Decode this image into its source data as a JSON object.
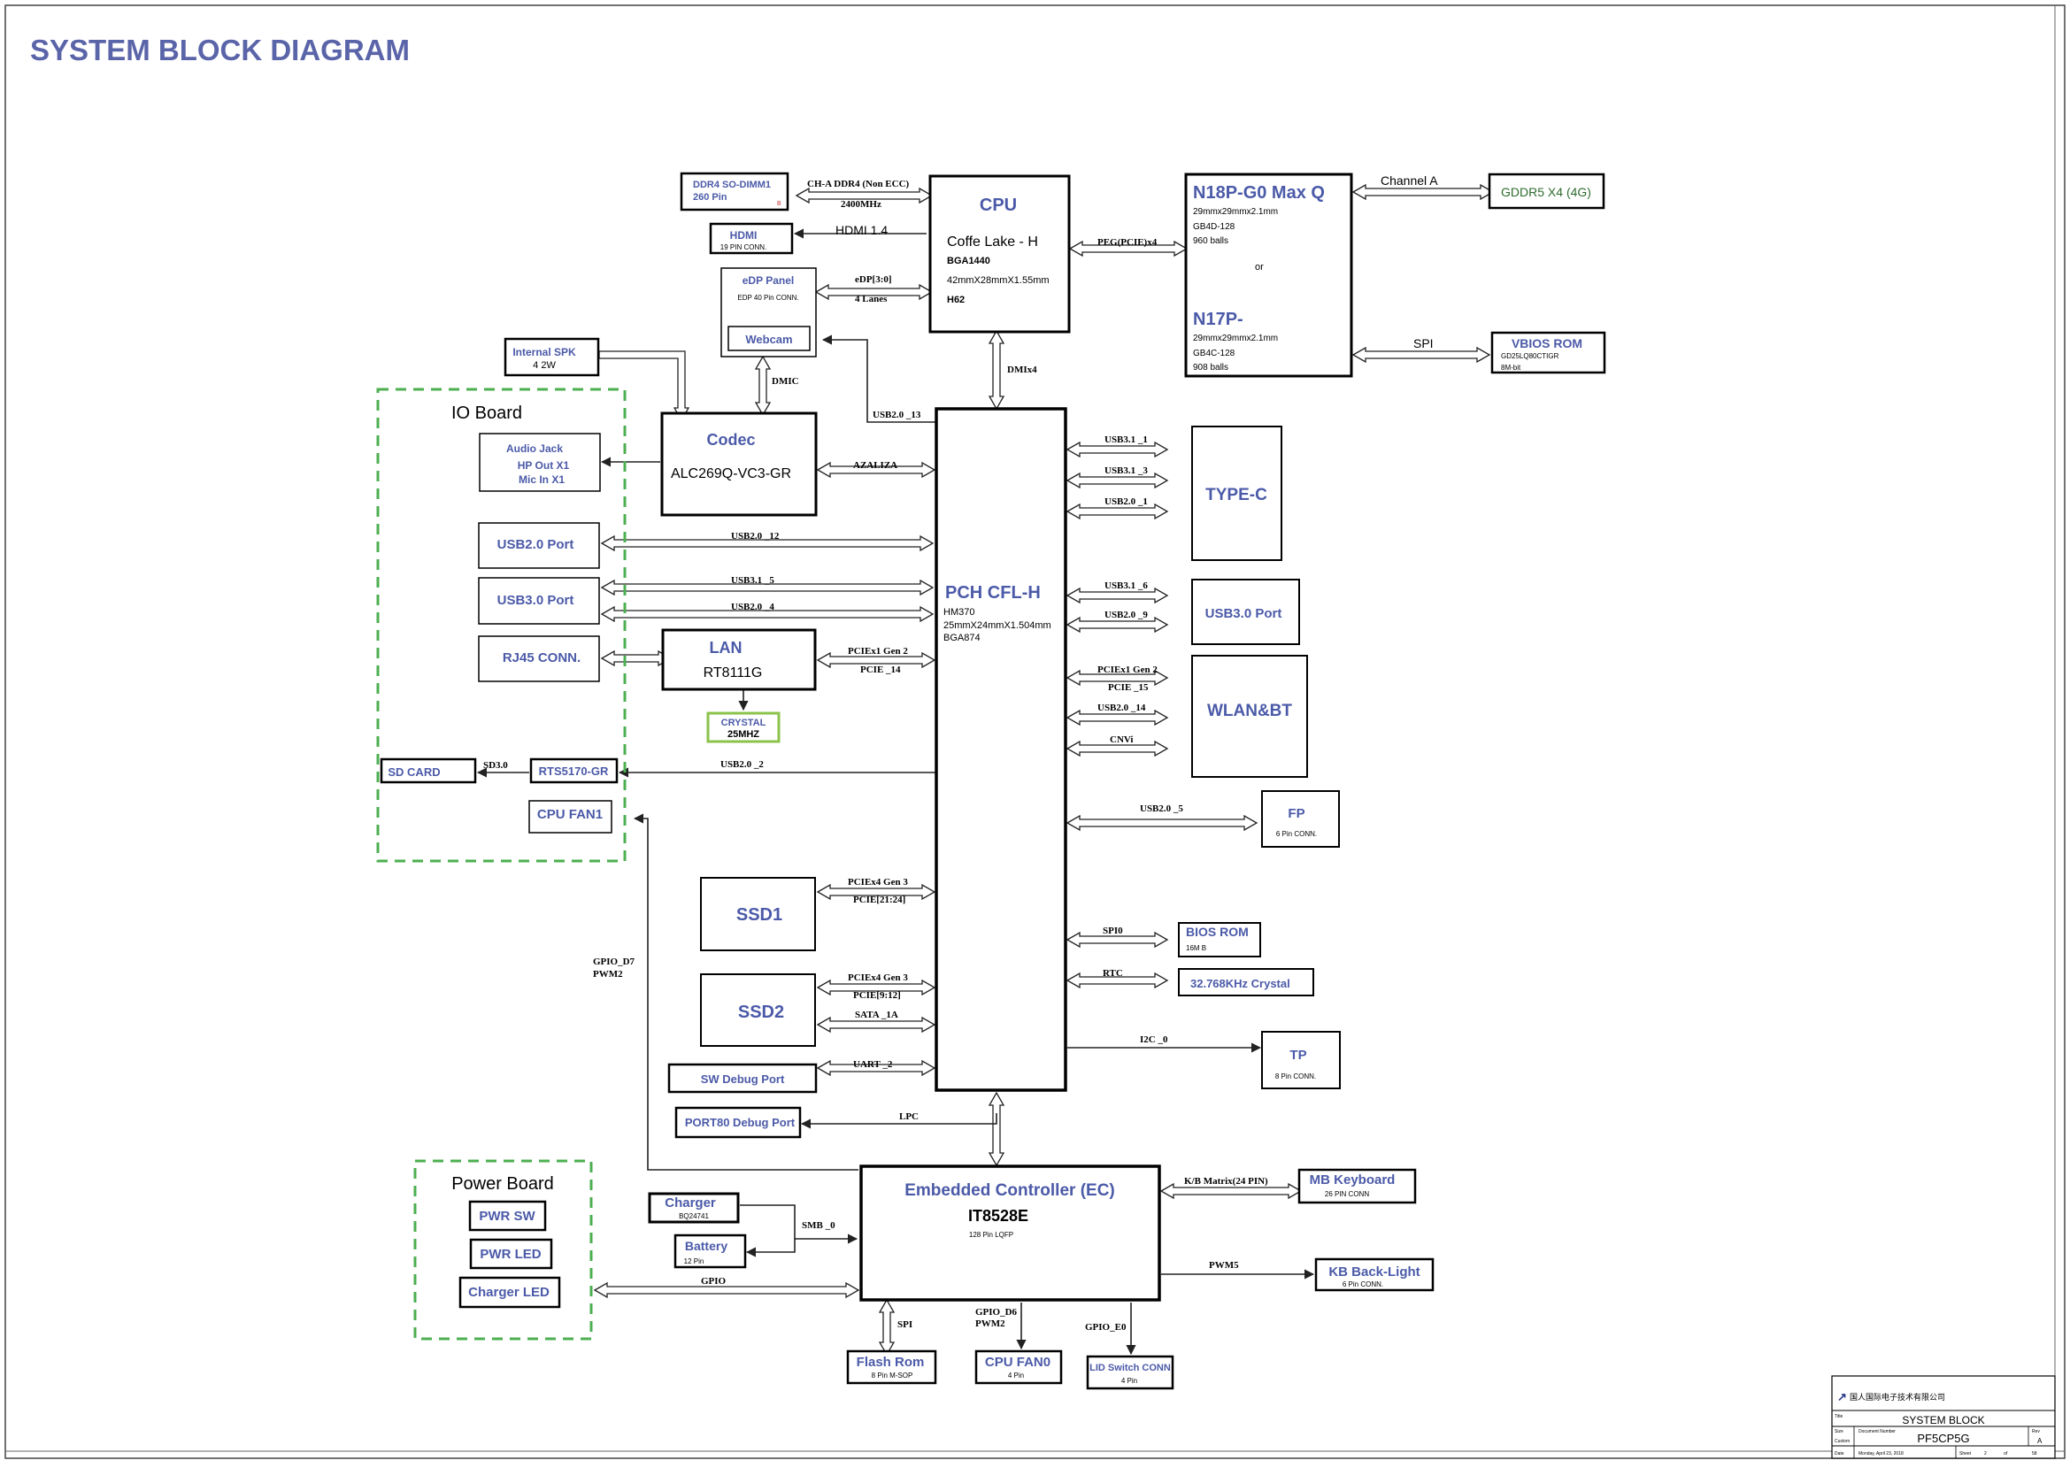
{
  "page_title": "SYSTEM BLOCK DIAGRAM",
  "cpu": {
    "title": "CPU",
    "name": "Coffe Lake - H",
    "pkg": "BGA1440",
    "size": "42mmX28mmX1.55mm",
    "chipset": "H62"
  },
  "gpu": {
    "title1": "N18P-G0 Max Q",
    "l1": "29mmx29mmx2.1mm",
    "l2": "GB4D-128",
    "l3": "960 balls",
    "or": "or",
    "title2": "N17P-",
    "l4": "29mmx29mmx2.1mm",
    "l5": "GB4C-128",
    "l6": "908 balls"
  },
  "gddr": "GDDR5 X4 (4G)",
  "channel_a": "Channel A",
  "vbios": {
    "title": "VBIOS ROM",
    "l1": "GD25LQ80CTIGR",
    "l2": "8M-bit"
  },
  "spi_gpu": "SPI",
  "ddr4": {
    "l1": "DDR4 SO-DIMM1",
    "l2": "260 Pin",
    "mark": "B"
  },
  "ch_a_ddr": "CH-A DDR4 (Non ECC)",
  "ddr_speed": "2400MHz",
  "hdmi": {
    "title": "HDMI",
    "sub": "19 PIN CONN."
  },
  "hdmi_sig": "HDMI 1.4",
  "edp": {
    "title": "eDP Panel",
    "sub": "EDP 40 Pin CONN.",
    "webcam": "Webcam"
  },
  "edp_sig1": "eDP[3:0]",
  "edp_sig2": "4 Lanes",
  "peg": "PEG(PCIE)x4",
  "dmi": "DMIx4",
  "internal_spk": {
    "l1": "Internal SPK",
    "l2": "4    2W"
  },
  "dmic": "DMIC",
  "usb_13": "USB2.0 _13",
  "io_board": "IO Board",
  "audio_jack": {
    "l1": "Audio Jack",
    "l2": "HP Out X1",
    "l3": "Mic In X1"
  },
  "codec": {
    "title": "Codec",
    "name": "ALC269Q-VC3-GR"
  },
  "azalia": "AZALIZA",
  "usb20_port": "USB2.0 Port",
  "usb30_port": "USB3.0 Port",
  "rj45": "RJ45 CONN.",
  "usb_12": "USB2.0 _12",
  "usb31_5": "USB3.1 _5",
  "usb20_4": "USB2.0 _4",
  "lan": {
    "title": "LAN",
    "name": "RT8111G"
  },
  "lan_sig1": "PCIEx1 Gen 2",
  "lan_sig2": "PCIE _14",
  "crystal": {
    "l1": "CRYSTAL",
    "l2": "25MHZ"
  },
  "sd_card": "SD CARD",
  "sd30": "SD3.0",
  "rts": "RTS5170-GR",
  "usb20_2": "USB2.0 _2",
  "cpu_fan1": "CPU FAN1",
  "gpio_d7": "GPIO_D7",
  "pwm2a": "PWM2",
  "pch": {
    "title": "PCH CFL-H",
    "l1": "HM370",
    "l2": "25mmX24mmX1.504mm",
    "l3": "BGA874"
  },
  "typec": "TYPE-C",
  "usb31_1": "USB3.1 _1",
  "usb31_3": "USB3.1 _3",
  "usb20_1": "USB2.0 _1",
  "usb3_right": "USB3.0 Port",
  "usb31_6": "USB3.1 _6",
  "usb20_9": "USB2.0 _9",
  "wlan": "WLAN&BT",
  "wl1": "PCIEx1 Gen 2",
  "wl2": "PCIE _15",
  "wl3": "USB2.0 _14",
  "wl4": "CNVi",
  "fp": {
    "title": "FP",
    "sub": "6 Pin CONN."
  },
  "usb20_5": "USB2.0 _5",
  "bios": {
    "title": "BIOS ROM",
    "sub": "16M B"
  },
  "spi0": "SPI0",
  "rtc": "RTC",
  "crystal32": "32.768KHz Crystal",
  "tp": {
    "title": "TP",
    "sub": "8 Pin CONN."
  },
  "i2c": "I2C _0",
  "ssd1": "SSD1",
  "ssd2": "SSD2",
  "ssd1_sig1": "PCIEx4 Gen 3",
  "ssd1_sig2": "PCIE[21:24]",
  "ssd2_sig1": "PCIEx4 Gen 3",
  "ssd2_sig2": "PCIE[9:12]",
  "sata": "SATA _1A",
  "sw_debug": "SW Debug Port",
  "uart": "UART _2",
  "port80": "PORT80 Debug Port",
  "lpc": "LPC",
  "ec": {
    "title": "Embedded Controller (EC)",
    "name": "IT8528E",
    "sub": "128 Pin LQFP"
  },
  "power_board": "Power Board",
  "pwr_sw": "PWR SW",
  "pwr_led": "PWR LED",
  "charger_led": "Charger LED",
  "charger": {
    "title": "Charger",
    "sub": "BQ24741"
  },
  "battery": {
    "title": "Battery",
    "sub": "12 Pin"
  },
  "smb": "SMB _0",
  "gpio": "GPIO",
  "mb_kb": {
    "title": "MB Keyboard",
    "sub": "26 PIN CONN"
  },
  "kb_matrix": "K/B Matrix(24 PIN)",
  "kb_bl": {
    "title": "KB Back-Light",
    "sub": "6 Pin CONN."
  },
  "pwm5": "PWM5",
  "flash": {
    "title": "Flash Rom",
    "sub": "8 Pin M-SOP"
  },
  "spi_ec": "SPI",
  "cpu_fan0": {
    "title": "CPU FAN0",
    "sub": "4 Pin"
  },
  "gpio_d6": "GPIO_D6",
  "pwm2b": "PWM2",
  "lid": {
    "title": "LID Switch CONN",
    "sub": "4 Pin"
  },
  "gpio_e0": "GPIO_E0",
  "tb": {
    "company": "国人国际电子技术有限公司",
    "title": "SYSTEM BLOCK",
    "doc": "PF5CP5G",
    "rev": "A",
    "date": "Monday, April 23, 2018",
    "sheet": "2",
    "of": "of",
    "total": "58",
    "lbl_title": "Title",
    "lbl_size": "Size",
    "lbl_docnum": "Document Number",
    "lbl_rev": "Rev",
    "lbl_date": "Date",
    "lbl_sheet": "Sheet",
    "lbl_custom": "Custom"
  }
}
